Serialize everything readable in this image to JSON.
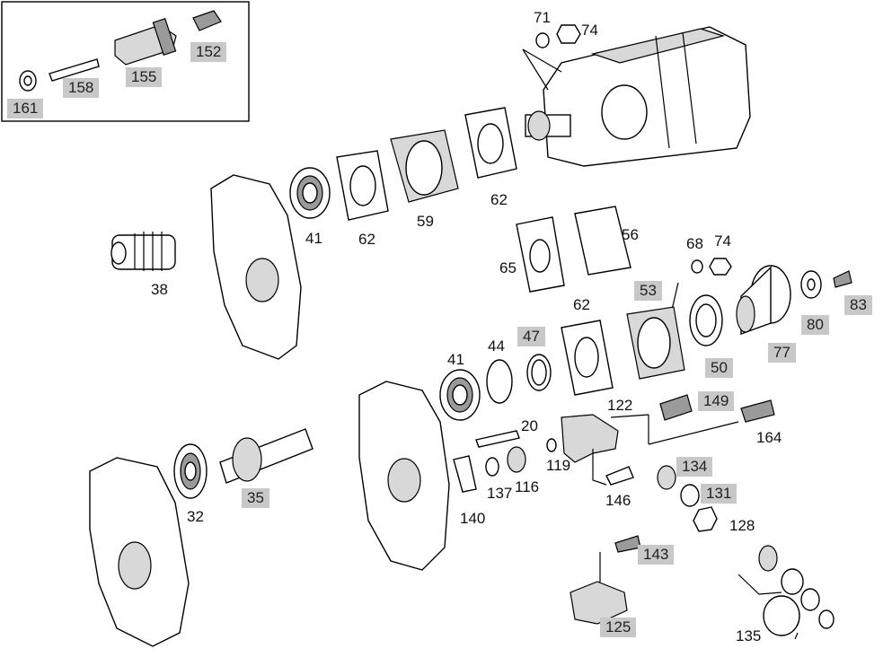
{
  "labels": {
    "p161": "161",
    "p158": "158",
    "p155": "155",
    "p152": "152",
    "p71": "71",
    "p74a": "74",
    "p41a": "41",
    "p62a": "62",
    "p59": "59",
    "p62b": "62",
    "p38": "38",
    "p65": "65",
    "p56": "56",
    "p68": "68",
    "p74b": "74",
    "p53": "53",
    "p83": "83",
    "p80": "80",
    "p77": "77",
    "p50": "50",
    "p62c": "62",
    "p47": "47",
    "p44": "44",
    "p41b": "41",
    "p122": "122",
    "p149": "149",
    "p164": "164",
    "p20": "20",
    "p119": "119",
    "p116": "116",
    "p137": "137",
    "p140": "140",
    "p134": "134",
    "p131": "131",
    "p128": "128",
    "p146": "146",
    "p32": "32",
    "p35": "35",
    "p143": "143",
    "p125": "125",
    "p135": "135"
  }
}
